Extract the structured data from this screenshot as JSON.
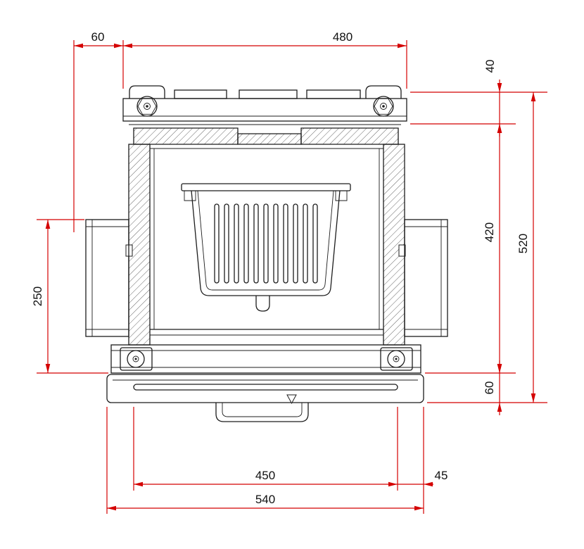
{
  "figure": {
    "type": "technical-cross-section",
    "subject": "stove-insert-front-section",
    "units": "mm"
  },
  "colors": {
    "dimension_line": "#d40000",
    "drawing_line": "#1c1c1c",
    "label_text": "#111111",
    "background": "#ffffff"
  },
  "dimensions": {
    "top_offset": "60",
    "top_width": "480",
    "right_top": "40",
    "inner_height": "420",
    "total_height": "520",
    "left_height": "250",
    "right_bottom": "60",
    "bottom_inner_width": "450",
    "bottom_right_offset": "45",
    "bottom_total_width": "540"
  }
}
